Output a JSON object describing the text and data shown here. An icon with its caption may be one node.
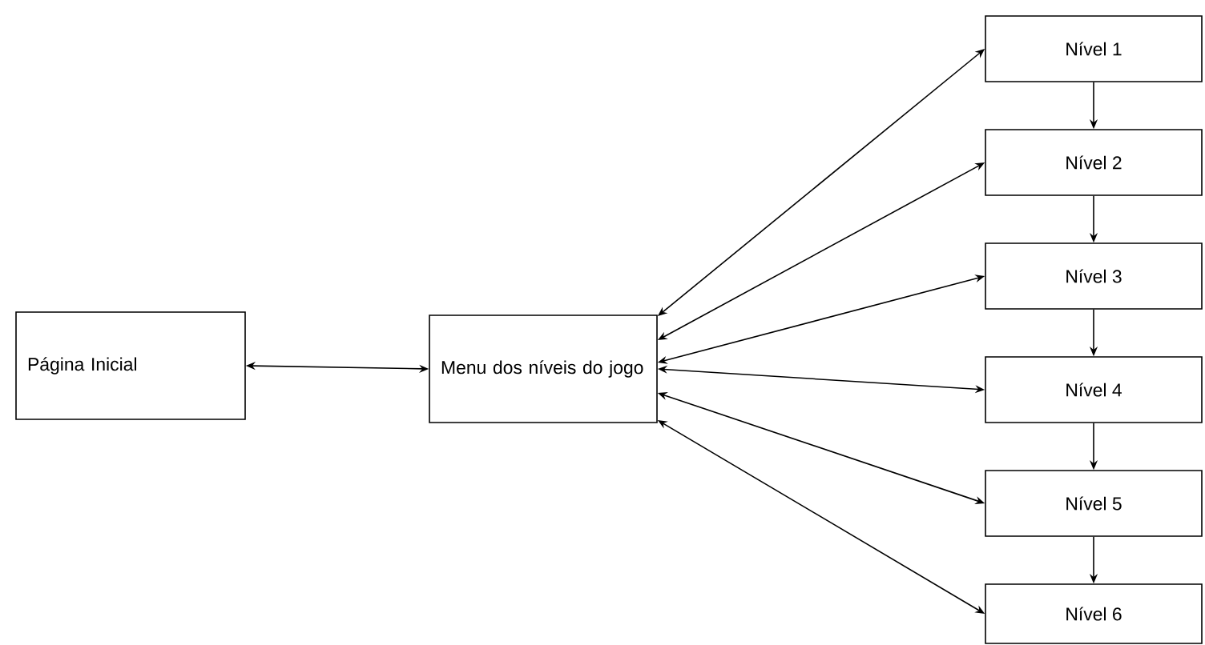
{
  "diagram": {
    "nodes": [
      {
        "text": [
          "Página Inicial"
        ]
      },
      {
        "text": [
          "Menu dos níveis do jogo"
        ]
      },
      {
        "text": [
          "Nível 1"
        ]
      },
      {
        "text": [
          "Nível 2"
        ]
      },
      {
        "text": [
          "Nível 3"
        ]
      },
      {
        "text": [
          "Nível 4"
        ]
      },
      {
        "text": [
          "Nível 5"
        ]
      },
      {
        "text": [
          "Nível 6"
        ]
      }
    ],
    "edges": [
      {
        "from": 0,
        "to": 1,
        "arrow": "both"
      },
      {
        "from": 1,
        "to": 2,
        "arrow": "both"
      },
      {
        "from": 1,
        "to": 3,
        "arrow": "both"
      },
      {
        "from": 1,
        "to": 4,
        "arrow": "both"
      },
      {
        "from": 1,
        "to": 5,
        "arrow": "both"
      },
      {
        "from": 1,
        "to": 6,
        "arrow": "both"
      },
      {
        "from": 1,
        "to": 7,
        "arrow": "both"
      },
      {
        "from": 2,
        "to": 3,
        "arrow": "to"
      },
      {
        "from": 3,
        "to": 4,
        "arrow": "to"
      },
      {
        "from": 4,
        "to": 5,
        "arrow": "to"
      },
      {
        "from": 5,
        "to": 6,
        "arrow": "to"
      },
      {
        "from": 6,
        "to": 7,
        "arrow": "to"
      }
    ]
  }
}
